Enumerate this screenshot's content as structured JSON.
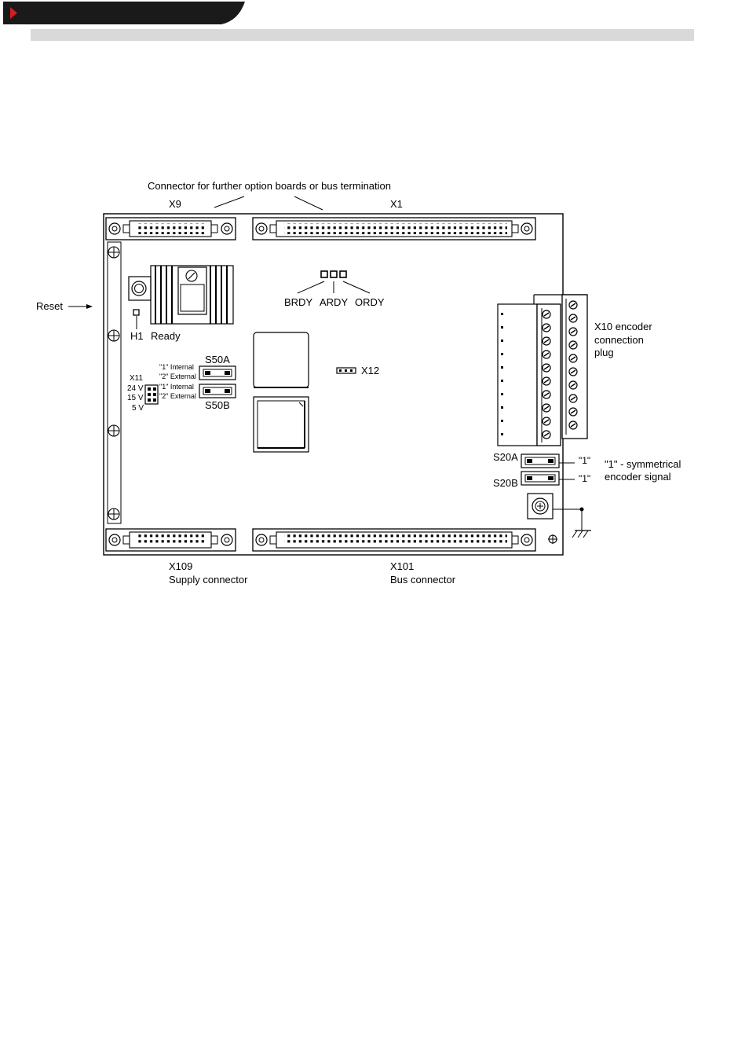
{
  "labels": {
    "top_note": "Connector for further option boards or bus termination",
    "x9": "X9",
    "x1": "X1",
    "reset": "Reset",
    "brdy": "BRDY",
    "ardy": "ARDY",
    "ordy": "ORDY",
    "h1": "H1",
    "ready": "Ready",
    "s50a": "S50A",
    "s50b": "S50B",
    "int1": "\"1\" Internal",
    "ext2": "\"2\" External",
    "int1b": "\"1\" Internal",
    "ext2b": "\"2\" External",
    "x11": "X11",
    "v24": "24 V",
    "v15": "15 V",
    "v5": "5 V",
    "x12": "X12",
    "x10_line1": "X10 encoder",
    "x10_line2": "connection",
    "x10_line3": "plug",
    "s20a": "S20A",
    "s20b": "S20B",
    "q1a": "\"1\"",
    "q1b": "\"1\"",
    "sym_line1": "\"1\" - symmetrical",
    "sym_line2": "encoder signal",
    "x109": "X109",
    "supply": "Supply connector",
    "x101": "X101",
    "bus": "Bus connector"
  },
  "colors": {
    "header_tab": "#1a1a1a",
    "header_arrow": "#d21f1f",
    "header_band": "#d9d9d9"
  }
}
